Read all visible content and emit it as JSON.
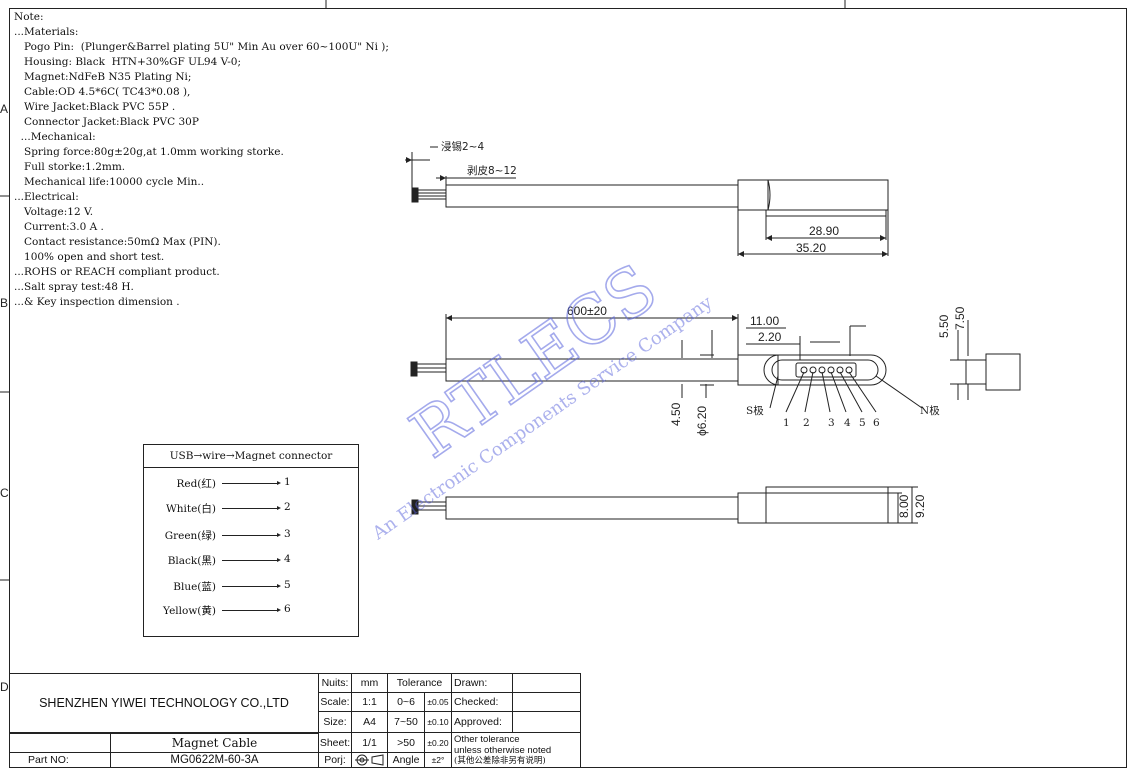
{
  "notes": {
    "lines": [
      "Note:",
      "...Materials:",
      "   Pogo Pin:  (Plunger&Barrel plating 5U\" Min Au over 60~100U\" Ni );",
      "   Housing: Black  HTN+30%GF UL94 V-0;",
      "   Magnet:NdFeB N35 Plating Ni;",
      "   Cable:OD 4.5*6C( TC43*0.08 ),",
      "   Wire Jacket:Black PVC 55P .",
      "   Connector Jacket:Black PVC 30P",
      "  ...Mechanical:",
      "   Spring force:80g±20g,at 1.0mm working storke.",
      "   Full storke:1.2mm.",
      "   Mechanical life:10000 cycle Min..",
      "...Electrical:",
      "   Voltage:12 V.",
      "   Current:3.0 A .",
      "   Contact resistance:50mΩ Max (PIN).",
      "   100% open and short test.",
      "...ROHS or REACH compliant product.",
      "...Salt spray test:48 H.",
      "...& Key inspection dimension ."
    ]
  },
  "zones": [
    "A",
    "B",
    "C",
    "D"
  ],
  "dims": {
    "tin": "浸锡2~4",
    "strip": "剥皮8~12",
    "d2890": "28.90",
    "d3520": "35.20",
    "len": "600±20",
    "d1100": "11.00",
    "d220": "2.20",
    "d550": "5.50",
    "d750": "7.50",
    "d450": "4.50",
    "d620": "ϕ6.20",
    "spole": "S极",
    "npole": "N极",
    "pins": [
      "1",
      "2",
      "3",
      "4",
      "5",
      "6"
    ],
    "d800": "8.00",
    "d920": "9.20"
  },
  "legend": {
    "title": "USB→wire→Magnet connector",
    "rows": [
      {
        "color": "Red(红)",
        "pin": "1"
      },
      {
        "color": "White(白)",
        "pin": "2"
      },
      {
        "color": "Green(绿)",
        "pin": "3"
      },
      {
        "color": "Black(黑)",
        "pin": "4"
      },
      {
        "color": "Blue(蓝)",
        "pin": "5"
      },
      {
        "color": "Yellow(黄)",
        "pin": "6"
      }
    ]
  },
  "watermark": {
    "big": "RTLECS",
    "small": "An Electronic Components Service Company"
  },
  "title_block": {
    "company": "SHENZHEN YIWEI TECHNOLOGY CO.,LTD",
    "product": "Magnet Cable",
    "part_no_label": "Part NO:",
    "part_no": "MG0622M-60-3A",
    "units_label": "Nuits:",
    "units": "mm",
    "scale_label": "Scale:",
    "scale": "1:1",
    "size_label": "Size:",
    "size": "A4",
    "sheet_label": "Sheet:",
    "sheet": "1/1",
    "proj_label": "Porj:",
    "tolerance_label": "Tolerance",
    "tol_rows": [
      {
        "range": "0~6",
        "value": "±0.05"
      },
      {
        "range": "7~50",
        "value": "±0.10"
      },
      {
        "range": ">50",
        "value": "±0.20"
      }
    ],
    "angle_label": "Angle",
    "angle": "±2°",
    "drawn": "Drawn:",
    "checked": "Checked:",
    "approved": "Approved:",
    "other_tol": "Other  tolerance",
    "other_tol2": "unless  otherwise  noted",
    "other_tol_cn": "(其他公差除非另有说明)"
  }
}
